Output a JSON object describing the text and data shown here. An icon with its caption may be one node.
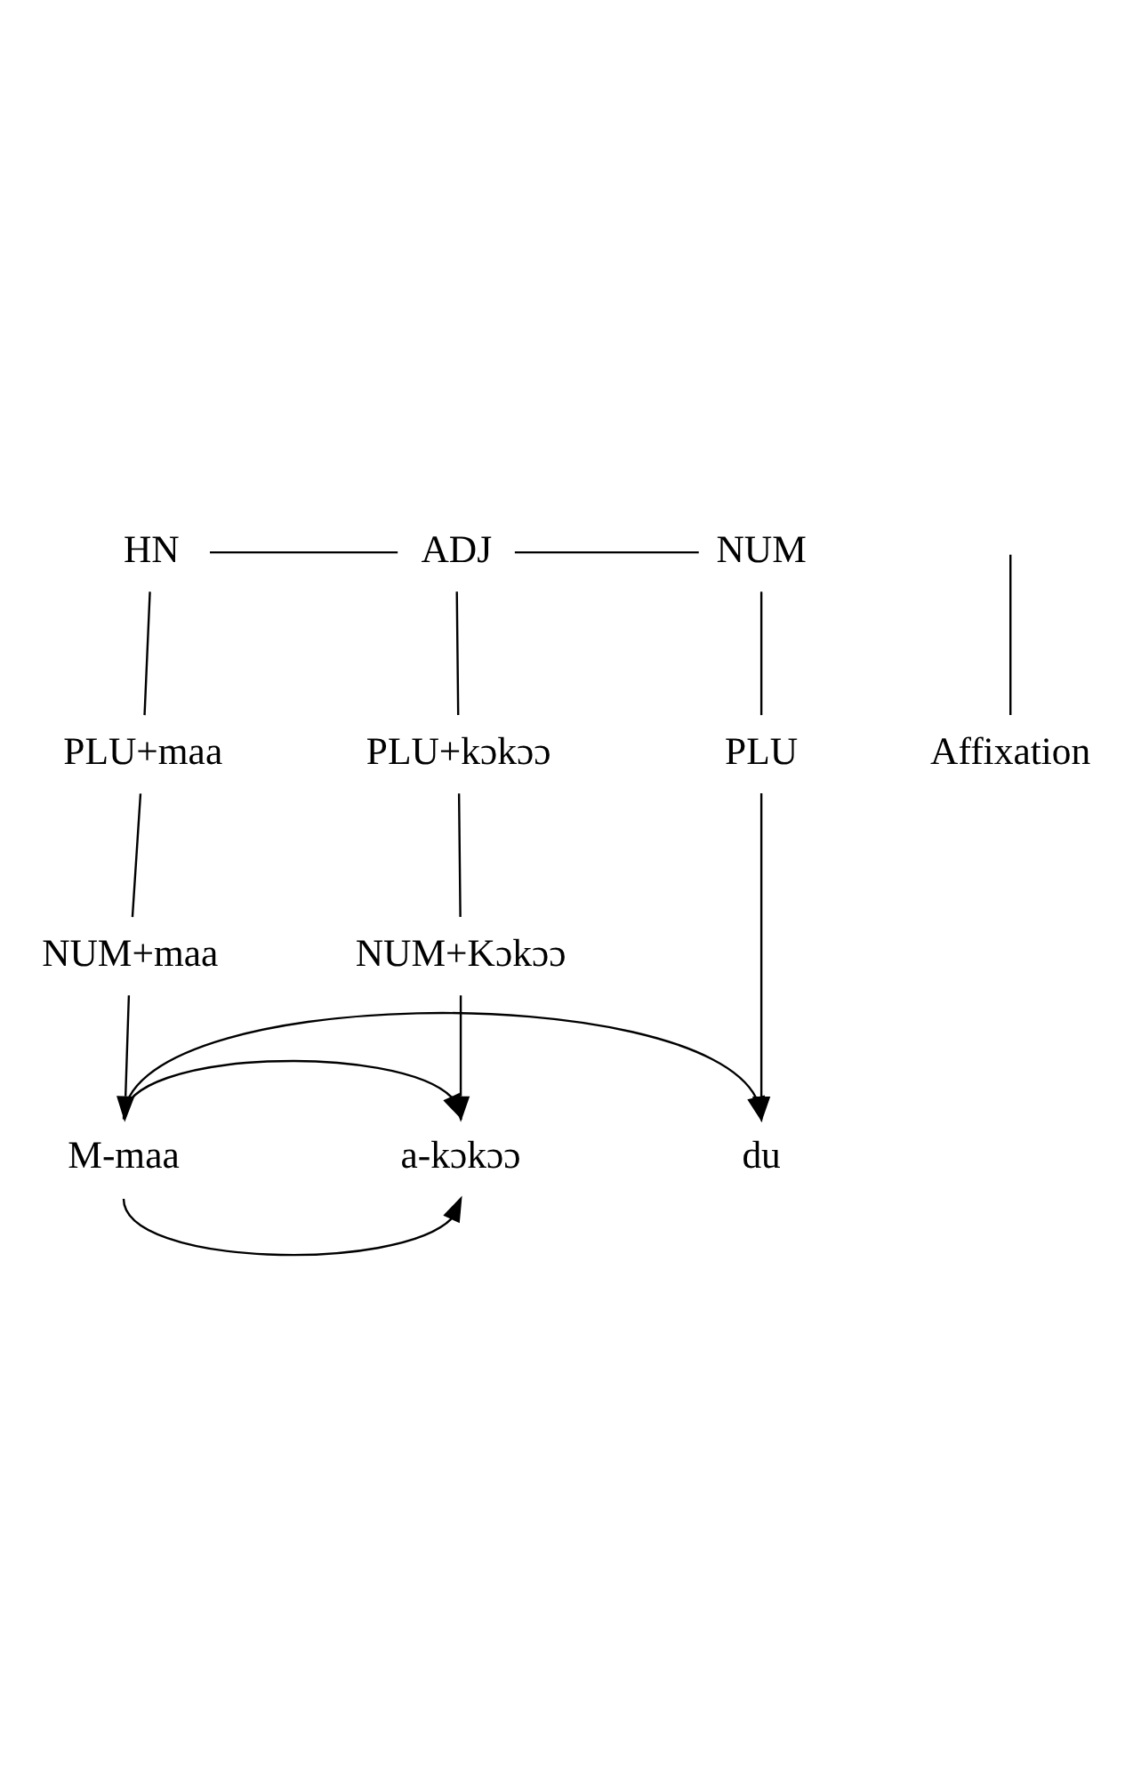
{
  "diagram": {
    "nodes": [
      {
        "text": [
          "HN"
        ]
      },
      {
        "text": [
          "ADJ"
        ]
      },
      {
        "text": [
          "NUM"
        ]
      },
      {
        "text": [
          "PLU+maa"
        ]
      },
      {
        "text": [
          "PLU+kɔkɔɔ"
        ]
      },
      {
        "text": [
          "PLU"
        ]
      },
      {
        "text": [
          "NUM+maa"
        ]
      },
      {
        "text": [
          "NUM+Kɔkɔɔ"
        ]
      },
      {
        "text": [
          "M-maa"
        ]
      },
      {
        "text": [
          "a-kɔkɔɔ"
        ]
      },
      {
        "text": [
          "du"
        ]
      },
      {
        "text": [
          "Affixation"
        ]
      }
    ],
    "edges": [
      {
        "from": 0,
        "to": 1,
        "arrow": "none"
      },
      {
        "from": 1,
        "to": 2,
        "arrow": "none"
      },
      {
        "from": 0,
        "to": 3,
        "arrow": "none"
      },
      {
        "from": 1,
        "to": 4,
        "arrow": "none"
      },
      {
        "from": 2,
        "to": 5,
        "arrow": "none"
      },
      {
        "from": 3,
        "to": 6,
        "arrow": "none"
      },
      {
        "from": 4,
        "to": 7,
        "arrow": "none"
      },
      {
        "from": 6,
        "to": 8,
        "arrow": "to"
      },
      {
        "from": 7,
        "to": 9,
        "arrow": "to"
      },
      {
        "from": 5,
        "to": 10,
        "arrow": "to"
      },
      {
        "from": 8,
        "to": 10,
        "arrow": "to"
      },
      {
        "from": 8,
        "to": 9,
        "arrow": "to"
      },
      {
        "from": 8,
        "to": 9,
        "arrow": "to"
      },
      {
        "from": 11,
        "to": null,
        "arrow": "none"
      }
    ]
  }
}
